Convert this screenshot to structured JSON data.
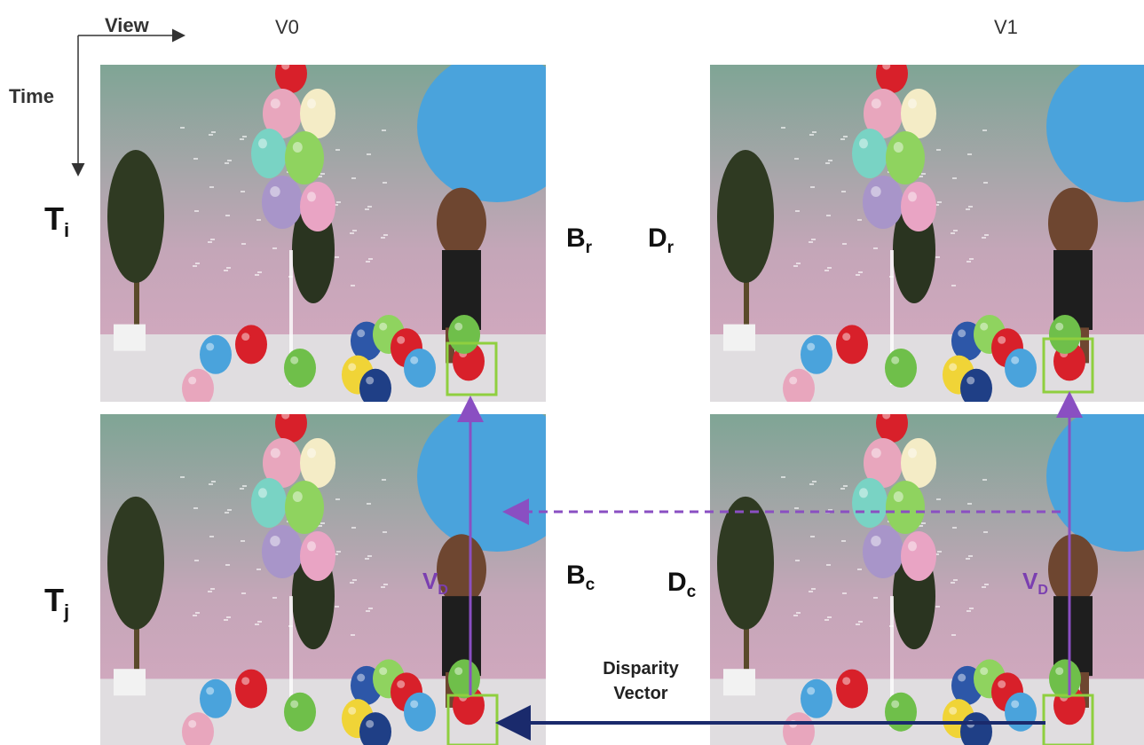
{
  "axes": {
    "view_label": "View",
    "time_label": "Time"
  },
  "columns": [
    {
      "label": "V0"
    },
    {
      "label": "V1"
    }
  ],
  "rows": [
    {
      "label_main": "T",
      "label_sub": "i"
    },
    {
      "label_main": "T",
      "label_sub": "j"
    }
  ],
  "block_labels": {
    "br": {
      "main": "B",
      "sub": "r"
    },
    "dr": {
      "main": "D",
      "sub": "r"
    },
    "bc": {
      "main": "B",
      "sub": "c"
    },
    "dc": {
      "main": "D",
      "sub": "c"
    }
  },
  "vd_label": {
    "main": "V",
    "sub": "D"
  },
  "disparity_label": {
    "line1": "Disparity",
    "line2": "Vector"
  },
  "colors": {
    "motion_vector": "#8a4fc2",
    "dashed_vector": "#8a4fc2",
    "disparity_vector": "#1a2a6c",
    "block_box": "#8fcf3f",
    "wall_top": "#7fa595",
    "wall_bottom": "#d9a9c2",
    "floor": "#e0dde0",
    "big_balloon": "#4aa3dc"
  }
}
